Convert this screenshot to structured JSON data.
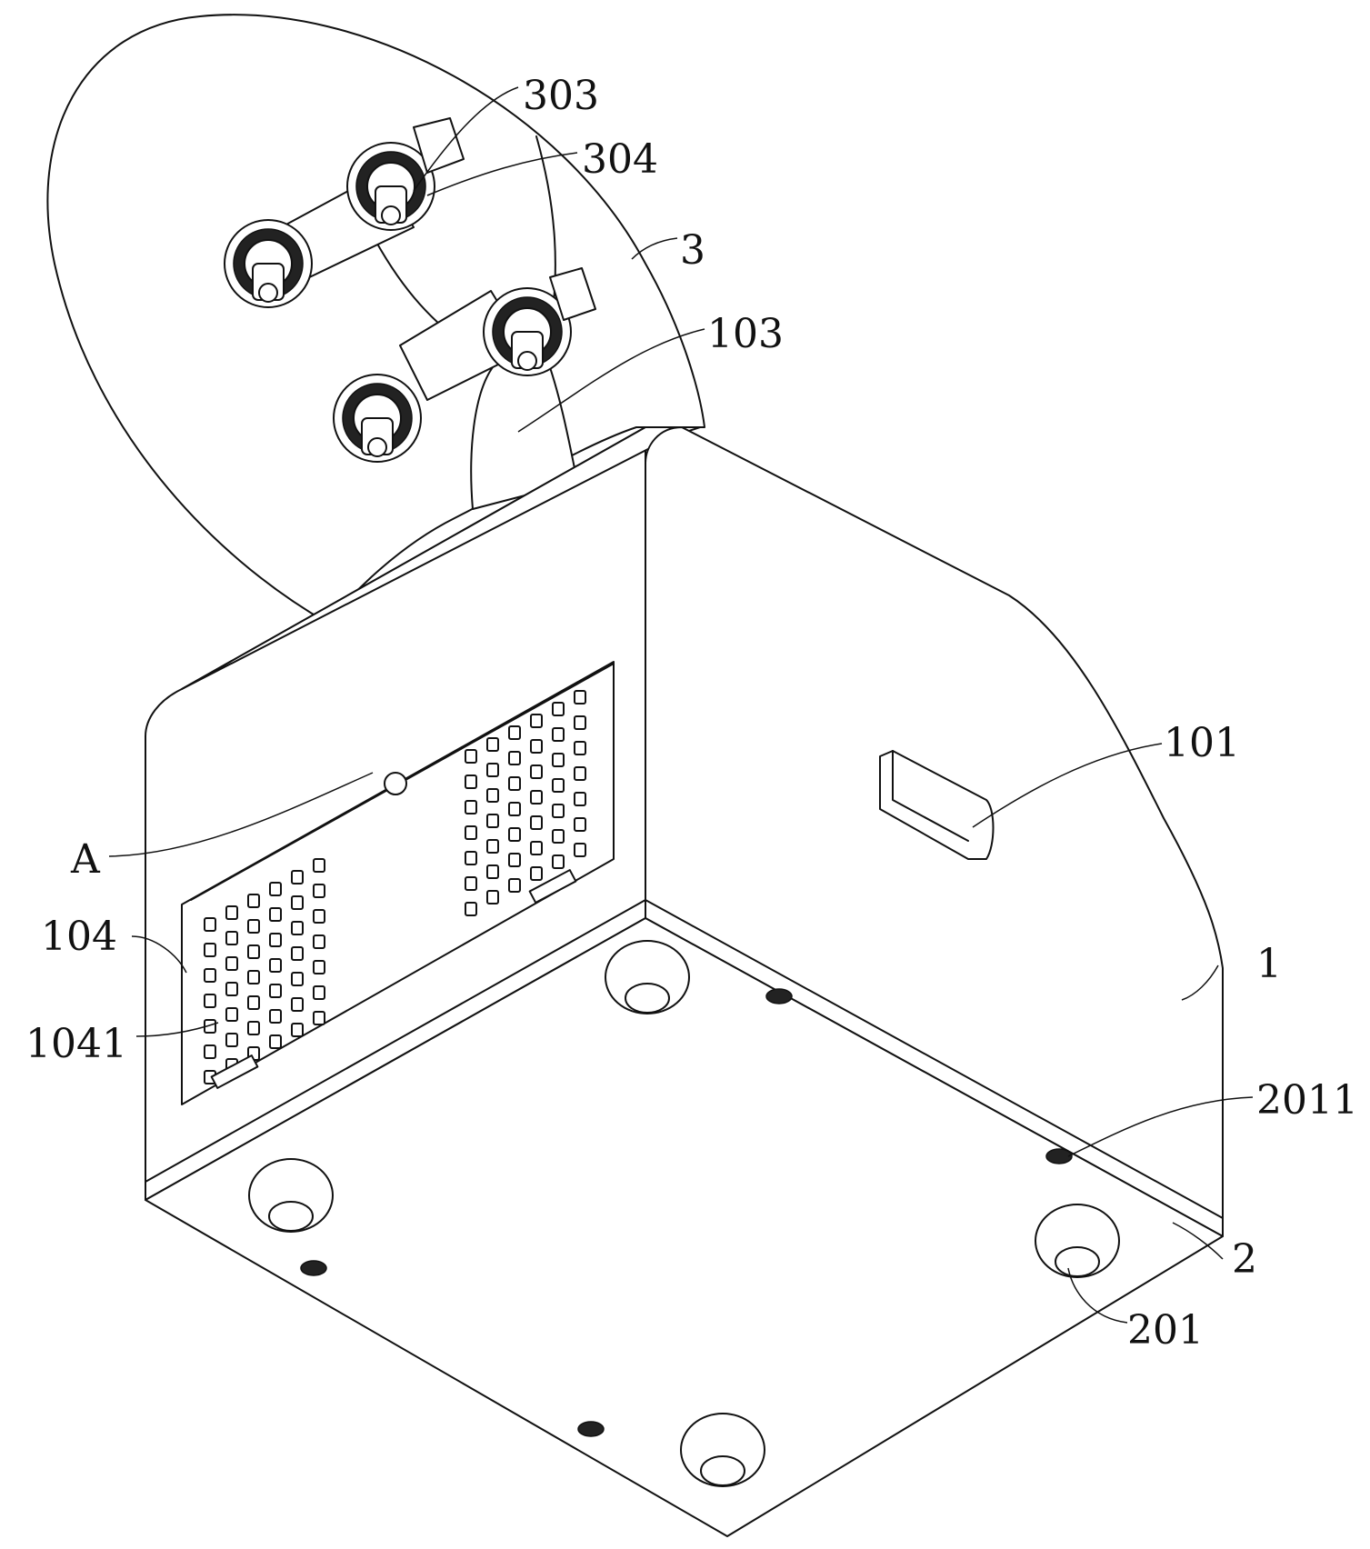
{
  "figure": {
    "labels": {
      "l303": "303",
      "l304": "304",
      "l3": "3",
      "l103": "103",
      "l101": "101",
      "lA": "A",
      "l104": "104",
      "l1041": "1041",
      "l1": "1",
      "l2011": "2011",
      "l2": "2",
      "l201": "201"
    }
  },
  "colors": {
    "line": "#111111",
    "background": "#ffffff"
  }
}
